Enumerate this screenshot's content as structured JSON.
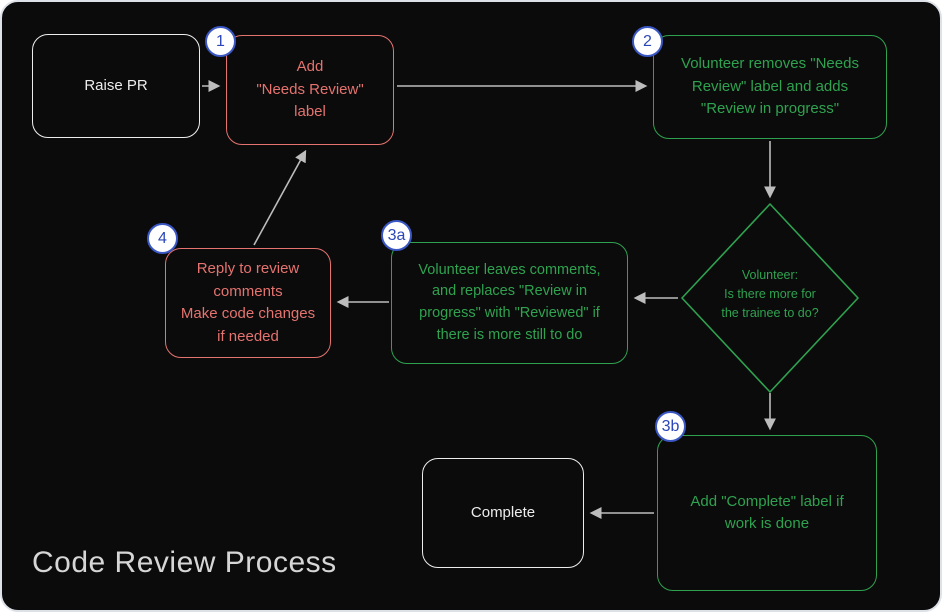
{
  "title": "Code Review Process",
  "colors": {
    "background": "#0b0b0c",
    "border_light": "#dde1e8",
    "node_red": "#e5736f",
    "node_green": "#2fa24f",
    "node_white": "#ededed",
    "badge_blue": "#3a57c4",
    "badge_text": "#2b47b8",
    "arrow_gray": "#bdbdbd",
    "title_gray": "#d6d6d6"
  },
  "badges": {
    "step1": "1",
    "step2": "2",
    "step3a": "3a",
    "step3b": "3b",
    "step4": "4"
  },
  "nodes": {
    "raise_pr": {
      "label": "Raise PR"
    },
    "add_needs_review": {
      "label": "Add\n\"Needs Review\"\nlabel"
    },
    "volunteer_removes": {
      "label": "Volunteer removes \"Needs\nReview\" label and adds\n\"Review in progress\""
    },
    "decision": {
      "label": "Volunteer:\nIs there more for\nthe trainee to do?"
    },
    "volunteer_comments": {
      "label": "Volunteer leaves comments,\nand replaces \"Review in\nprogress\" with \"Reviewed\" if\nthere is more still to do"
    },
    "reply_comments": {
      "label": "Reply to review comments\nMake code changes\nif needed"
    },
    "add_complete": {
      "label": "Add \"Complete\" label if\nwork is done"
    },
    "complete": {
      "label": "Complete"
    }
  }
}
